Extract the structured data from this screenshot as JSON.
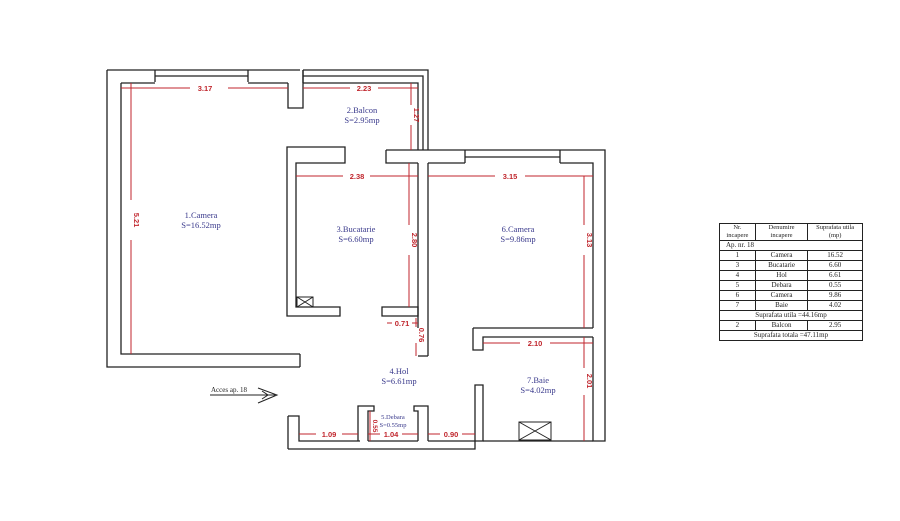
{
  "plan": {
    "rooms": [
      {
        "id": "1",
        "name": "1.Camera",
        "area": "S=16.52mp"
      },
      {
        "id": "2",
        "name": "2.Balcon",
        "area": "S=2.95mp"
      },
      {
        "id": "3",
        "name": "3.Bucatarie",
        "area": "S=6.60mp"
      },
      {
        "id": "4",
        "name": "4.Hol",
        "area": "S=6.61mp"
      },
      {
        "id": "5",
        "name": "5.Debara",
        "area": "S=0.55mp"
      },
      {
        "id": "6",
        "name": "6.Camera",
        "area": "S=9.86mp"
      },
      {
        "id": "7",
        "name": "7.Baie",
        "area": "S=4.02mp"
      }
    ],
    "dimensions": {
      "camera1_width": "3.17",
      "camera1_height": "5.21",
      "balcon_width": "2.23",
      "balcon_height": "1.27",
      "bucatarie_width": "2.38",
      "bucatarie_height": "2.80",
      "camera6_width": "3.15",
      "camera6_height": "3.13",
      "hol_small_w": "0.71",
      "hol_small_h": "0.76",
      "baie_width": "2.10",
      "baie_height": "2.01",
      "hol_bottom_left": "1.09",
      "debara_width": "1.04",
      "debara_depth": "0.55",
      "hol_bottom_right": "0.90"
    },
    "access_label": "Acces ap. 18"
  },
  "legend": {
    "headers": [
      "Nr. incapere",
      "Denumire incapere",
      "Suprafata utila (mp)"
    ],
    "apartment": "Ap. nr. 18",
    "rows": [
      {
        "nr": "1",
        "name": "Camera",
        "area": "16.52"
      },
      {
        "nr": "3",
        "name": "Bucatarie",
        "area": "6.60"
      },
      {
        "nr": "4",
        "name": "Hol",
        "area": "6.61"
      },
      {
        "nr": "5",
        "name": "Debara",
        "area": "0.55"
      },
      {
        "nr": "6",
        "name": "Camera",
        "area": "9.86"
      },
      {
        "nr": "7",
        "name": "Baie",
        "area": "4.02"
      }
    ],
    "useful_total": "Suprafata utila =44.16mp",
    "balcony_row": {
      "nr": "2",
      "name": "Balcon",
      "area": "2.95"
    },
    "grand_total": "Suprafata totala =47.11mp"
  }
}
